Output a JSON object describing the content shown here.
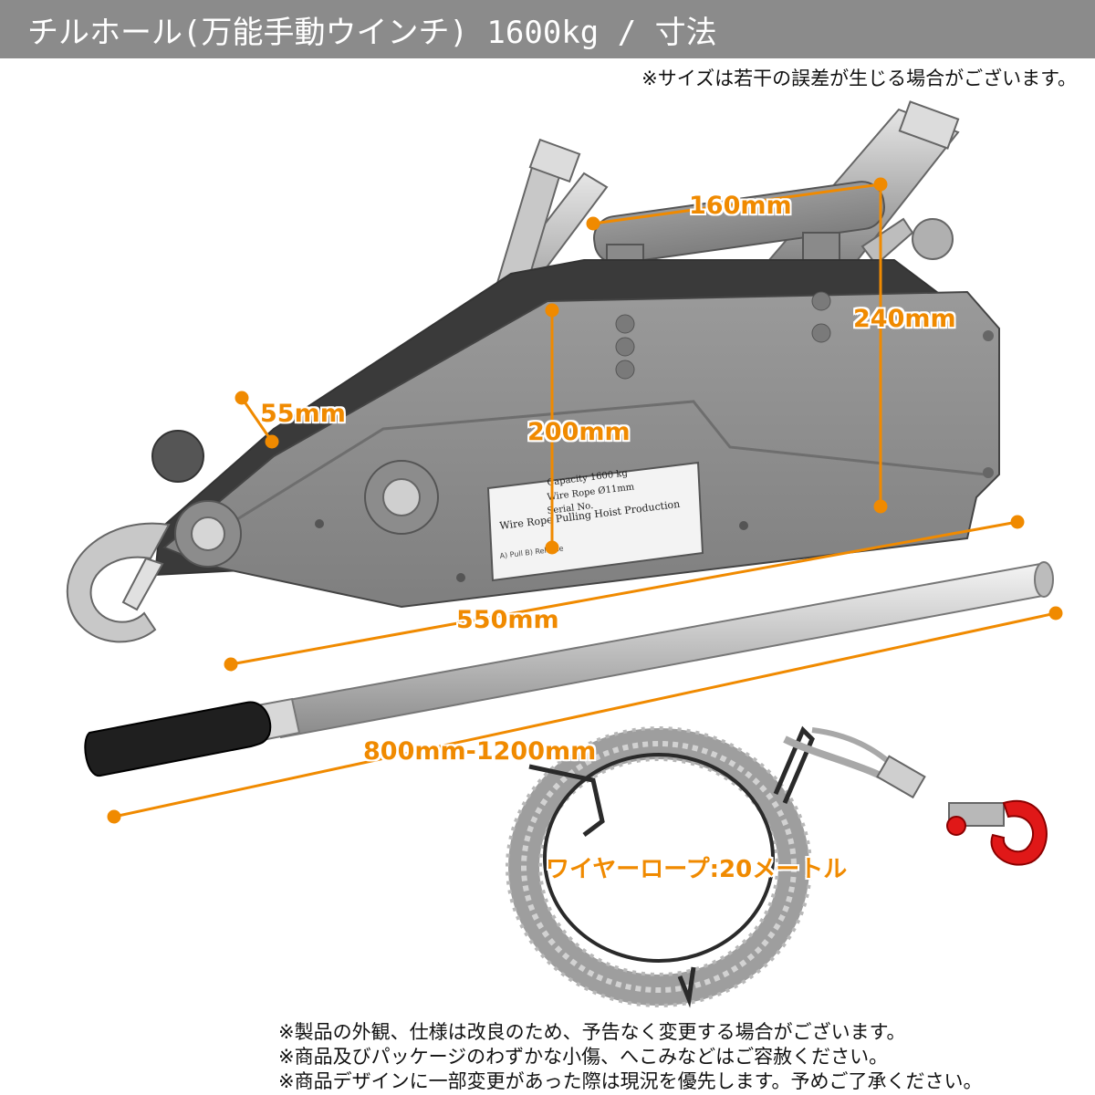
{
  "header": {
    "title": "チルホール(万能手動ウインチ) 1600kg / 寸法"
  },
  "notes": {
    "top": "※サイズは若干の誤差が生じる場合がございます。"
  },
  "dimensions": {
    "handle_width": "160mm",
    "height_total": "240mm",
    "body_height": "200mm",
    "thickness": "55mm",
    "body_length": "550mm",
    "lever_length": "800mm-1200mm",
    "wire_rope": "ワイヤーロープ:20メートル"
  },
  "plate": {
    "capacity": "Capacity   1600 kg",
    "wire_rope": "Wire Rope   Ø11mm",
    "serial": "Serial No.",
    "title": "Wire Rope Pulling Hoist Production"
  },
  "footer": {
    "lines": [
      "※製品の外観、仕様は改良のため、予告なく変更する場合がございます。",
      "※商品及びパッケージのわずかな小傷、へこみなどはご容赦ください。",
      "※商品デザインに一部変更があった際は現況を優先します。予めご了承ください。"
    ]
  },
  "colors": {
    "header_bg": "#8b8b8b",
    "accent": "#f08a00",
    "body_gray": "#8e8e8e",
    "hook_red": "#e01818"
  }
}
